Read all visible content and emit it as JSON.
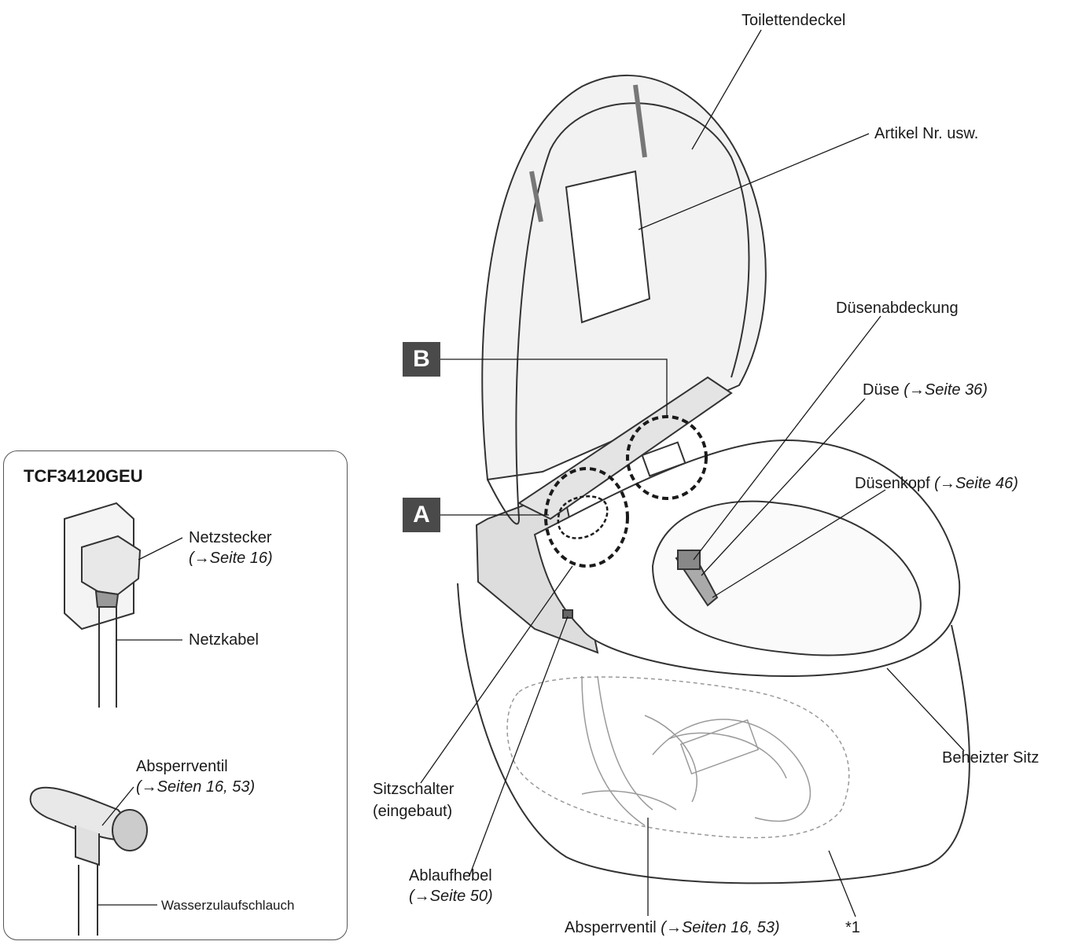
{
  "inset": {
    "model": "TCF34120GEU",
    "plug_label": "Netzstecker",
    "plug_ref": "(→Seite 16)",
    "cable_label": "Netzkabel",
    "valve_label": "Absperrventil",
    "valve_ref": "(→Seiten 16, 53)",
    "hose_label": "Wasserzulaufschlauch"
  },
  "labels": {
    "lid": "Toilettendeckel",
    "article": "Artikel Nr. usw.",
    "nozzle_cover": "Düsenabdeckung",
    "nozzle": "Düse ",
    "nozzle_ref": "(→Seite 36)",
    "nozzle_head": "Düsenkopf ",
    "nozzle_head_ref": "(→Seite 46)",
    "heated_seat": "Beheizter Sitz",
    "seat_switch_1": "Sitzschalter",
    "seat_switch_2": "(eingebaut)",
    "drain_lever": "Ablaufhebel",
    "drain_lever_ref": "(→Seite 50)",
    "shutoff": "Absperrventil ",
    "shutoff_ref": "(→Seiten 16, 53)",
    "footnote": "*1"
  },
  "tags": {
    "a": "A",
    "b": "B"
  }
}
